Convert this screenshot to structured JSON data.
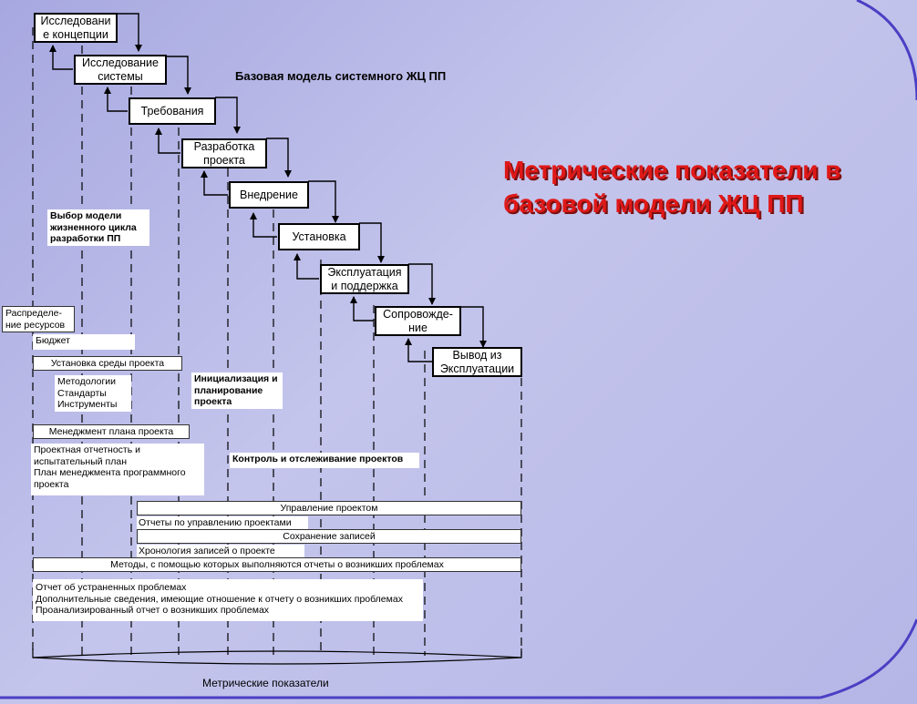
{
  "slide": {
    "title": "Метрические показатели в базовой модели ЖЦ ПП",
    "diagram_heading": "Базовая модель системного ЖЦ ПП",
    "footer_label": "Метрические показатели"
  },
  "stages": [
    {
      "line1": "Исследовани",
      "line2": "е концепции"
    },
    {
      "line1": "Исследование",
      "line2": "системы"
    },
    {
      "line1": "Требования",
      "line2": ""
    },
    {
      "line1": "Разработка",
      "line2": "проекта"
    },
    {
      "line1": "Внедрение",
      "line2": ""
    },
    {
      "line1": "Установка",
      "line2": ""
    },
    {
      "line1": "Эксплуатация",
      "line2": "и поддержка"
    },
    {
      "line1": "Сопровожде-",
      "line2": "ние"
    },
    {
      "line1": "Вывод из",
      "line2": "Эксплуатации"
    }
  ],
  "notes": {
    "model_choice": [
      "Выбор модели",
      "жизненного цикла",
      "разработки ПП"
    ],
    "resources": [
      "Распределе-",
      "ние ресурсов"
    ],
    "budget": "Бюджет",
    "env_setup": "Установка среды проекта",
    "methods": [
      "Методологии",
      "Стандарты",
      "Инструменты"
    ],
    "init_planning": [
      "Инициализация и",
      "планирование",
      "проекта"
    ],
    "plan_mgmt": "Менеджмент плана проекта",
    "reporting": [
      "Проектная отчетность и",
      "испытательный план",
      "План менеджмента программного",
      "проекта"
    ],
    "control": "Контроль и отслеживание проектов"
  },
  "bars": {
    "project_mgmt": "Управление проектом",
    "mgmt_reports": "Отчеты по управлению проектами",
    "records": "Сохранение записей",
    "records_history": "Хронология записей о проекте",
    "problem_methods": "Методы, с помощью которых выполняются отчеты о возникших проблемах"
  },
  "problem_reports": [
    "Отчет об устраненных проблемах",
    "Дополнительные сведения, имеющие отношение к отчету о возникших проблемах",
    "Проанализированный отчет о возникших проблемах"
  ]
}
